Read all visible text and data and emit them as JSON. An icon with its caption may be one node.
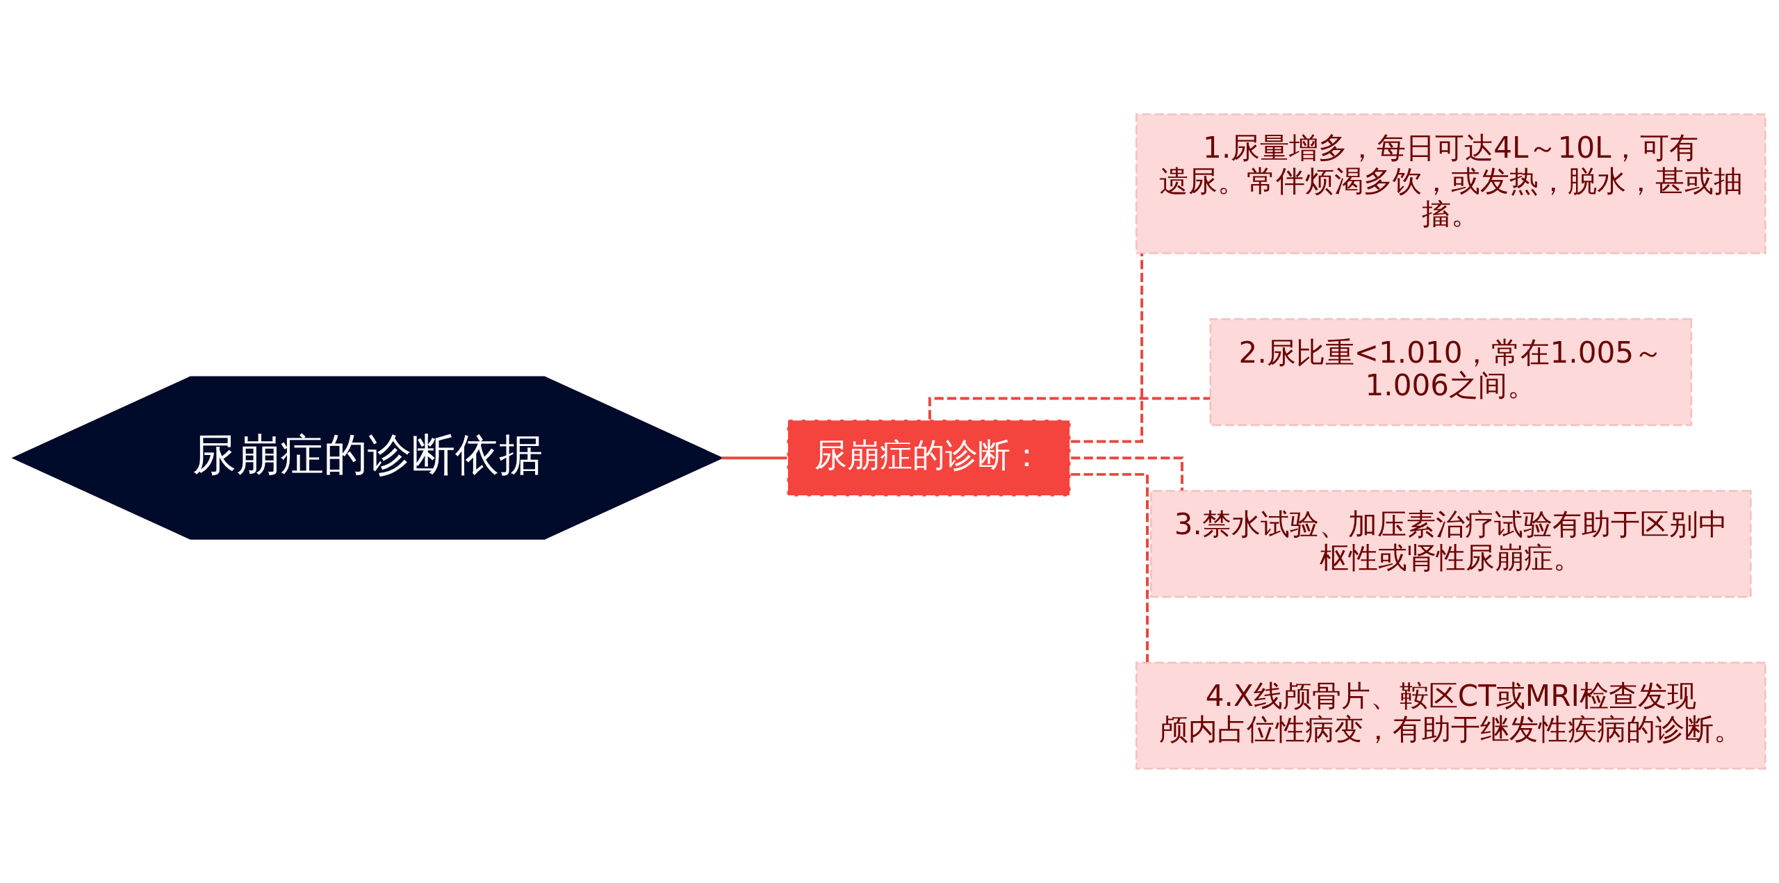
{
  "diagram": {
    "nodes": [
      {
        "text": [
          "尿崩症的诊断依据"
        ]
      },
      {
        "text": [
          "尿崩症的诊断："
        ]
      },
      {
        "text": [
          "1.尿量增多，每日可达4L～10L，可有遗尿。常伴烦渴多饮，或发热，脱水，甚或抽搐。"
        ]
      },
      {
        "text": [
          "2.尿比重<1.010，常在1.005～1.006之间。"
        ]
      },
      {
        "text": [
          "3.禁水试验、加压素治疗试验有助于区别中枢性或肾性尿崩症。"
        ]
      },
      {
        "text": [
          "4.X线颅骨片、鞍区CT或MRI检查发现颅内占位性病变，有助于继发性疾病的诊断。"
        ]
      }
    ],
    "edges": [
      {
        "from": 0,
        "to": 1,
        "arrow": "none"
      },
      {
        "from": 1,
        "to": 2,
        "arrow": "none",
        "style": "dashed"
      },
      {
        "from": 1,
        "to": 3,
        "arrow": "none",
        "style": "dashed"
      },
      {
        "from": 1,
        "to": 4,
        "arrow": "none",
        "style": "dashed"
      },
      {
        "from": 1,
        "to": 5,
        "arrow": "none",
        "style": "dashed"
      }
    ]
  }
}
